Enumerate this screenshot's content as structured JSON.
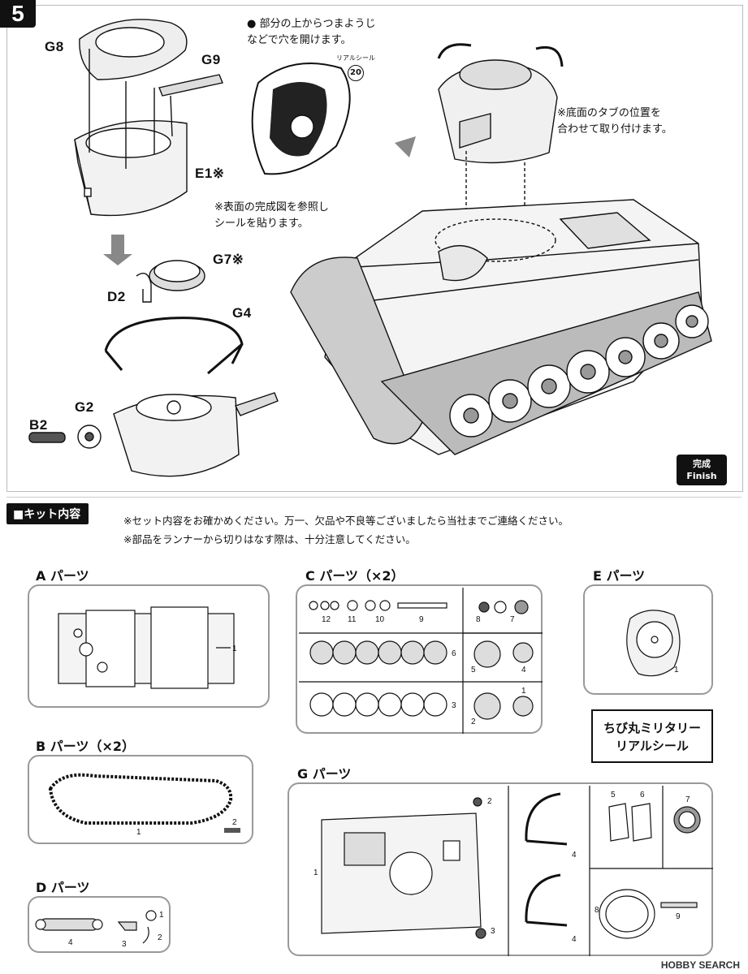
{
  "step": {
    "number": "5",
    "part_labels": {
      "g8": "G8",
      "g9": "G9",
      "e1": "E1※",
      "g7": "G7※",
      "d2": "D2",
      "g4": "G4",
      "g2": "G2",
      "b2": "B2",
      "sticker_no": "20",
      "sticker_caption": "リアルシール"
    },
    "notes": {
      "hole_line1": "● 部分の上からつまようじ",
      "hole_line2": "などで穴を開けます。",
      "sticker_line1": "※表面の完成図を参照し",
      "sticker_line2": "シールを貼ります。",
      "tab_line1": "※底面のタブの位置を",
      "tab_line2": "合わせて取り付けます。"
    },
    "finish": {
      "ja": "完成",
      "en": "Finish"
    }
  },
  "kit": {
    "title": "■キット内容",
    "note1": "※セット内容をお確かめください。万一、欠品や不良等ございましたら当社までご連絡ください。",
    "note2": "※部品をランナーから切りはなす際は、十分注意してください。",
    "sections": {
      "a": {
        "title": "A パーツ",
        "nums": [
          "1"
        ]
      },
      "b": {
        "title": "B パーツ（×2）",
        "nums": [
          "1",
          "2"
        ]
      },
      "c": {
        "title": "C パーツ（×2）",
        "nums": [
          "12",
          "11",
          "10",
          "9",
          "8",
          "7",
          "6",
          "5",
          "4",
          "3",
          "2",
          "1"
        ]
      },
      "d": {
        "title": "D パーツ",
        "nums": [
          "4",
          "3",
          "1",
          "2"
        ]
      },
      "e": {
        "title": "E パーツ",
        "nums": [
          "1"
        ]
      },
      "g": {
        "title": "G パーツ",
        "nums": [
          "1",
          "2",
          "3",
          "4",
          "4",
          "5",
          "6",
          "7",
          "8",
          "9"
        ]
      }
    },
    "seal": {
      "line1": "ちび丸ミリタリー",
      "line2": "リアルシール"
    }
  },
  "watermark": "HOBBY SEARCH"
}
